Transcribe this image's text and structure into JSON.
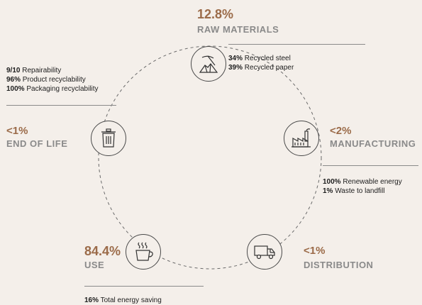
{
  "raw": {
    "pct": "12.8%",
    "label": "RAW MATERIALS",
    "stats": [
      {
        "value": "34%",
        "text": "Recycled steel"
      },
      {
        "value": "39%",
        "text": "Recycled paper"
      }
    ]
  },
  "manufacturing": {
    "pct": "<2%",
    "label": "MANUFACTURING",
    "stats": [
      {
        "value": "100%",
        "text": "Renewable energy"
      },
      {
        "value": "1%",
        "text": "Waste to landfill"
      }
    ]
  },
  "distribution": {
    "pct": "<1%",
    "label": "DISTRIBUTION"
  },
  "use": {
    "pct": "84.4%",
    "label": "USE",
    "stats": [
      {
        "value": "16%",
        "text": "Total energy saving"
      }
    ]
  },
  "end_of_life": {
    "pct": "<1%",
    "label": "END OF LIFE",
    "stats": [
      {
        "value": "9/10",
        "text": "Repairability"
      },
      {
        "value": "96%",
        "text": "Product recyclability"
      },
      {
        "value": "100%",
        "text": "Packaging recyclability"
      }
    ]
  },
  "icons": {
    "raw": "pickaxe-rocks-icon",
    "manufacturing": "factory-icon",
    "distribution": "delivery-truck-icon",
    "use": "coffee-cup-icon",
    "end_of_life": "trash-bin-icon"
  },
  "colors": {
    "background": "#f4efea",
    "accent": "#9b6b49",
    "label": "#8a8a8a",
    "text": "#1d1d1d"
  }
}
